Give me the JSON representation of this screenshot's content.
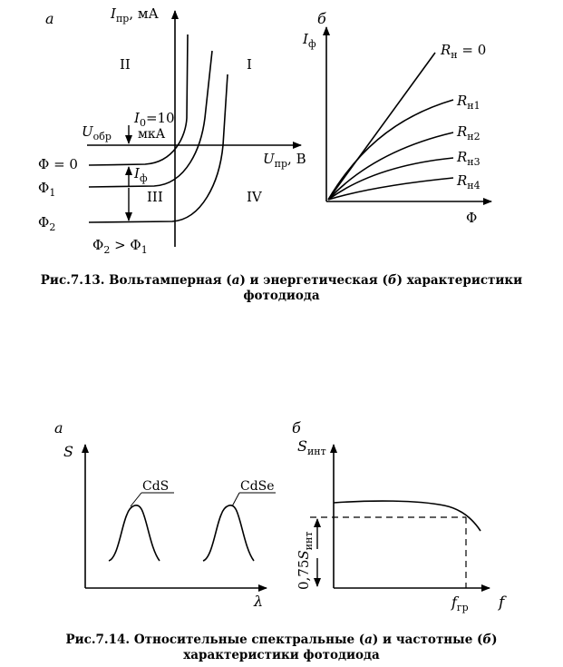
{
  "figure_7_13": {
    "panel_a": {
      "letter": "а",
      "y_axis": {
        "symbol": "I",
        "sub": "пр",
        "unit": ", мА"
      },
      "x_axis_right": {
        "symbol": "U",
        "sub": "пр",
        "unit": ", В"
      },
      "x_axis_left": {
        "symbol": "U",
        "sub": "обр"
      },
      "quadrants": [
        "I",
        "II",
        "III",
        "IV"
      ],
      "dark_current": {
        "symbol": "I",
        "sub": "0",
        "value": "=10",
        "unit": "мкА"
      },
      "photo_current": {
        "symbol": "I",
        "sub": "ф"
      },
      "curves": [
        {
          "symbol": "Φ",
          "sub": "",
          "suffix": " = 0"
        },
        {
          "symbol": "Φ",
          "sub": "1",
          "suffix": ""
        },
        {
          "symbol": "Φ",
          "sub": "2",
          "suffix": ""
        }
      ],
      "relation": {
        "a": "Φ",
        "a_sub": "2",
        "op": " > ",
        "b": "Φ",
        "b_sub": "1"
      }
    },
    "panel_b": {
      "letter": "б",
      "y_axis": {
        "symbol": "I",
        "sub": "ф"
      },
      "x_axis": {
        "symbol": "Φ"
      },
      "curves": [
        {
          "symbol": "R",
          "sub": "н",
          "suffix": " = 0"
        },
        {
          "symbol": "R",
          "sub": "н1",
          "suffix": ""
        },
        {
          "symbol": "R",
          "sub": "н2",
          "suffix": ""
        },
        {
          "symbol": "R",
          "sub": "н3",
          "suffix": ""
        },
        {
          "symbol": "R",
          "sub": "н4",
          "suffix": ""
        }
      ]
    },
    "caption": {
      "line1": [
        "Рис.7.13. Вольтамперная (",
        "а",
        ") и энергетическая (",
        "б",
        ") характеристики"
      ],
      "line2": "фотодиода"
    }
  },
  "figure_7_14": {
    "panel_a": {
      "letter": "а",
      "y_axis": {
        "symbol": "S"
      },
      "x_axis": {
        "symbol": "λ"
      },
      "peaks": [
        "CdS",
        "CdSe"
      ]
    },
    "panel_b": {
      "letter": "б",
      "y_axis": {
        "symbol": "S",
        "sub": "инт"
      },
      "x_axis": {
        "symbol": "f"
      },
      "level": {
        "text": "0,75",
        "symbol": "S",
        "sub": "инт"
      },
      "cutoff": {
        "symbol": "f",
        "sub": "гр"
      }
    },
    "caption": {
      "line1": [
        "Рис.7.14. Относительные спектральные (",
        "а",
        ") и частотные (",
        "б",
        ")"
      ],
      "line2": "характеристики фотодиода"
    }
  }
}
